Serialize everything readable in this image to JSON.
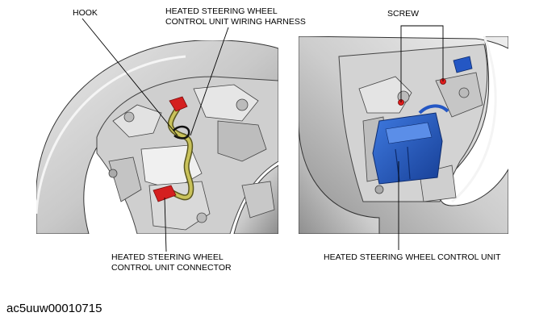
{
  "labels": {
    "hook": "HOOK",
    "harness_line1": "HEATED STEERING WHEEL",
    "harness_line2": "CONTROL UNIT WIRING HARNESS",
    "connector_line1": "HEATED STEERING WHEEL",
    "connector_line2": "CONTROL UNIT CONNECTOR",
    "screw": "SCREW",
    "control_unit": "HEATED STEERING WHEEL CONTROL UNIT"
  },
  "figure_id": "ac5uuw00010715",
  "colors": {
    "wheel_fill": "#d6d6d6",
    "wheel_shade": "#9a9a9a",
    "harness": "#b8b24a",
    "connector_red": "#d41f1f",
    "unit_blue": "#2457c4",
    "unit_blue_dark": "#143a8c",
    "screw_red": "#e01c1c",
    "leader": "#000000"
  }
}
